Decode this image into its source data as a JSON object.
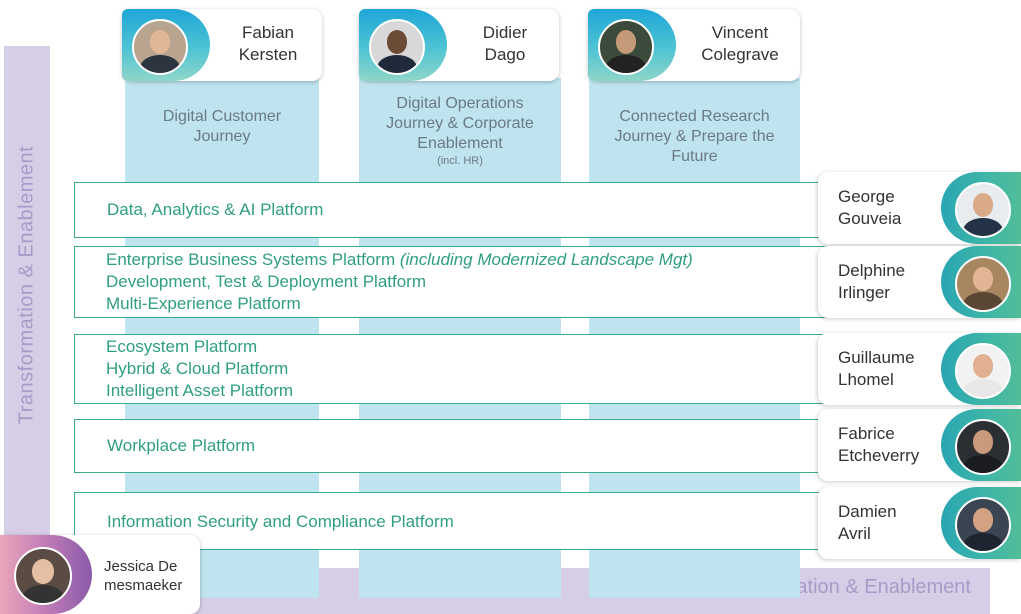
{
  "side_label": "Transformation & Enablement",
  "bottom_label": "Transformation & Enablement",
  "journeys": [
    {
      "leader": "Fabian Kersten",
      "leader_line1": "Fabian",
      "leader_line2": "Kersten",
      "title_line1": "Digital Customer",
      "title_line2": "Journey",
      "title_line3": "",
      "note": ""
    },
    {
      "leader": "Didier Dago",
      "leader_line1": "Didier",
      "leader_line2": "Dago",
      "title_line1": "Digital Operations",
      "title_line2": "Journey & Corporate",
      "title_line3": "Enablement",
      "note": "(incl. HR)"
    },
    {
      "leader": "Vincent Colegrave",
      "leader_line1": "Vincent",
      "leader_line2": "Colegrave",
      "title_line1": "Connected Research",
      "title_line2": "Journey & Prepare the",
      "title_line3": "Future",
      "note": ""
    }
  ],
  "platforms": [
    {
      "lines": [
        "Data, Analytics & AI Platform"
      ],
      "owner_line1": "George",
      "owner_line2": "Gouveia"
    },
    {
      "line1": "Enterprise Business Systems Platform",
      "line1_italic": "(including Modernized Landscape Mgt)",
      "line2": "Development, Test & Deployment Platform",
      "line3": "Multi-Experience Platform",
      "owner_line1": "Delphine",
      "owner_line2": "Irlinger"
    },
    {
      "line1": "Ecosystem Platform",
      "line2": "Hybrid & Cloud Platform",
      "line3": "Intelligent Asset Platform",
      "owner_line1": "Guillaume",
      "owner_line2": "Lhomel"
    },
    {
      "lines": [
        "Workplace Platform"
      ],
      "owner_line1": "Fabrice",
      "owner_line2": "Etcheverry"
    },
    {
      "lines": [
        "Information Security and Compliance Platform"
      ],
      "owner_line1": "Damien",
      "owner_line2": "Avril"
    }
  ],
  "enablement_lead": {
    "line1": "Jessica De",
    "line2": "mesmaeker"
  },
  "colors": {
    "platform_text": "#2f9e82",
    "platform_border": "#3aa98c",
    "journey_column": "#bfe4ef",
    "enablement_band": "#d6cde6",
    "enablement_text": "#a99bc8"
  }
}
